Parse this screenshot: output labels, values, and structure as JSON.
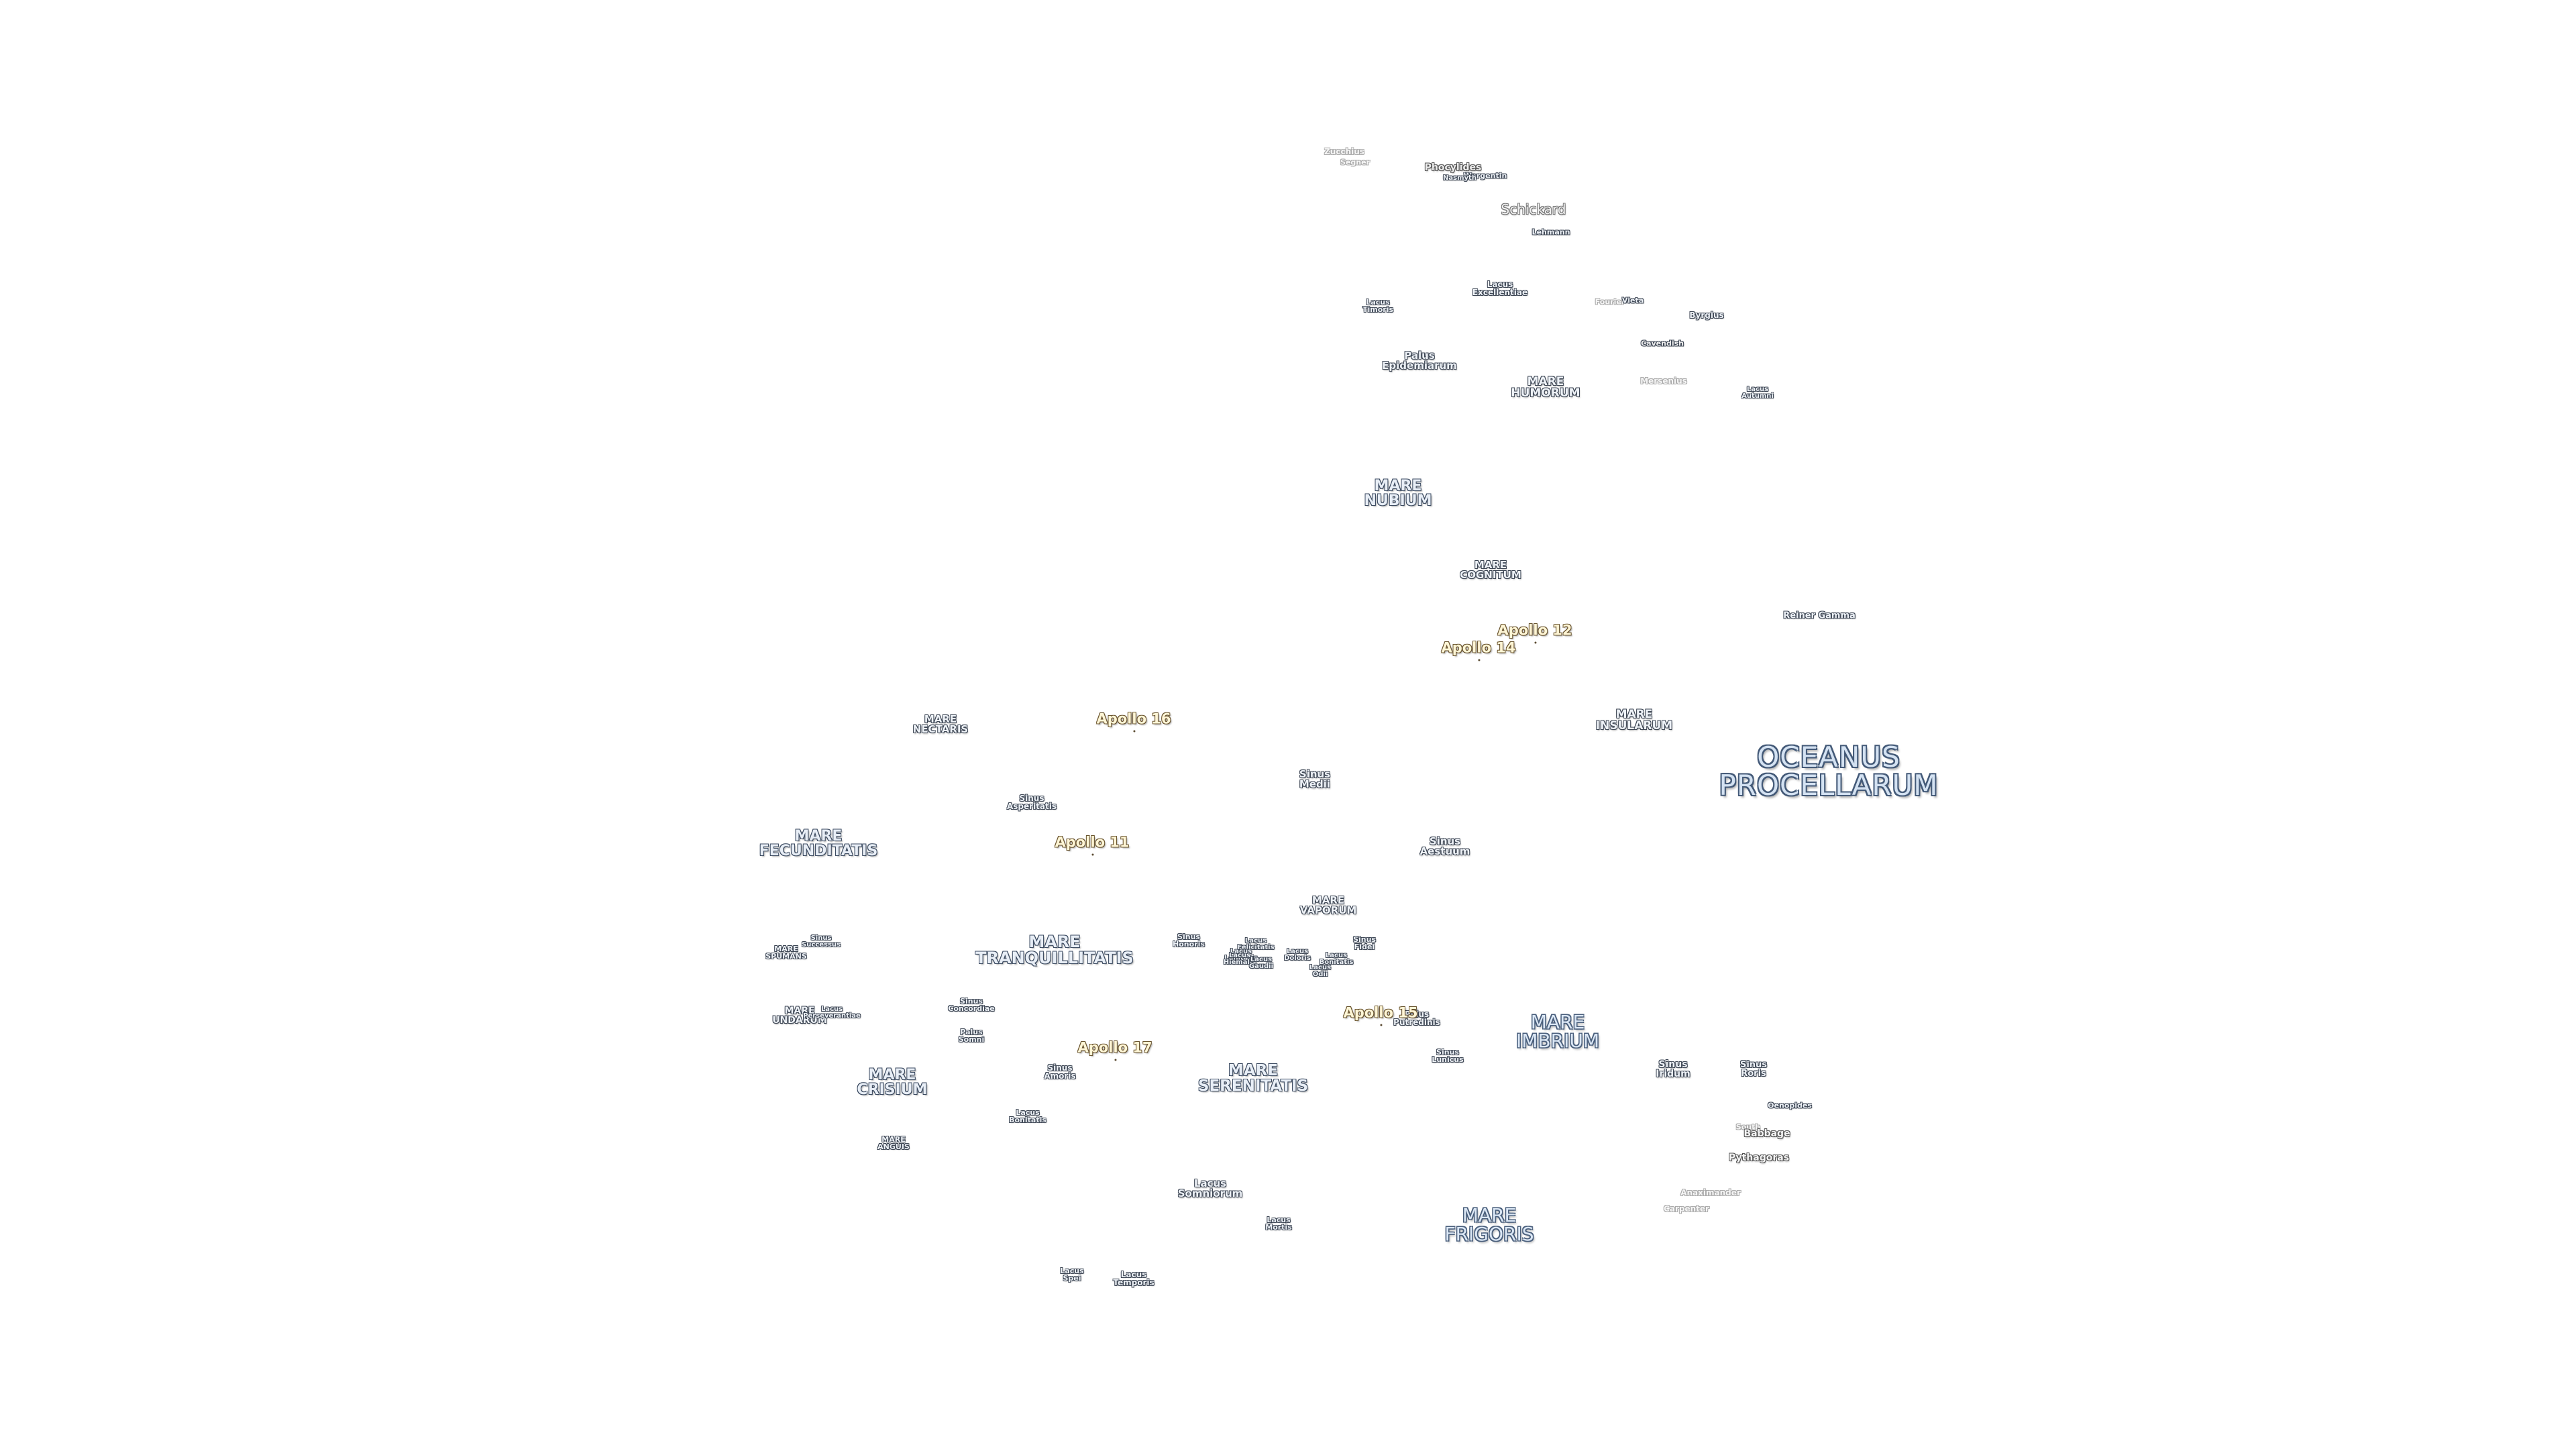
{
  "map": {
    "seas": {
      "oceanus_procellarum": "OCEANUS\nPROCELLARUM",
      "mare_imbrium": "MARE\nIMBRIUM",
      "mare_frigoris": "MARE\nFRIGORIS",
      "mare_serenitatis": "MARE\nSERENITATIS",
      "mare_tranquillitatis": "MARE\nTRANQUILLITATIS",
      "mare_crisium": "MARE\nCRISIUM",
      "mare_fecunditatis": "MARE\nFECUNDITATIS",
      "mare_nubium": "MARE\nNUBIUM",
      "mare_humorum": "MARE\nHUMORUM",
      "mare_cognitum": "MARE\nCOGNITUM",
      "mare_insularum": "MARE\nINSULARUM",
      "mare_nectaris": "MARE\nNECTARIS",
      "mare_vaporum": "MARE\nVAPORUM",
      "mare_undarum": "MARE\nUNDARUM",
      "mare_anguis": "MARE\nANGUIS",
      "mare_spumans": "MARE\nSPUMANS"
    },
    "features": {
      "palus_epidemiarum": "Palus\nEpidemiarum",
      "lacus_excellentiae": "Lacus\nExcellentiae",
      "lacus_timoris": "Lacus\nTimoris",
      "lacus_autumni": "Lacus\nAutumni",
      "sinus_medii": "Sinus\nMedii",
      "sinus_asperitatis": "Sinus\nAsperitatis",
      "sinus_aestuum": "Sinus\nAestuum",
      "sinus_honoris": "Sinus\nHonoris",
      "lacus_felicitatis": "Lacus\nFelicitatis",
      "lacus_lenitatis": "Lacus\nLenitatis",
      "lacus_hiemalis": "Lacus\nHiemalis",
      "lacus_bonitatis": "Lacus\nBonitatis",
      "lacus_gaudii": "Lacus\nGaudii",
      "lacus_doloris": "Lacus\nDoloris",
      "lacus_odii": "Lacus\nOdii",
      "sinus_fidei": "Sinus\nFidei",
      "palus_putredinis": "Palus\nPutredinis",
      "sinus_lunicus": "Sinus\nLunicus",
      "sinus_iridum": "Sinus\nIridum",
      "sinus_roris": "Sinus\nRoris",
      "sinus_successus": "Sinus\nSuccessus",
      "lacus_perseverantiae": "Lacus\nPerseverantiae",
      "sinus_concordiae": "Sinus\nConcordiae",
      "palus_somni": "Palus\nSomni",
      "sinus_amoris": "Sinus\nAmoris",
      "lacus_bonitatis_2": "Lacus\nBonitatis",
      "lacus_somniorum": "Lacus\nSomniorum",
      "lacus_mortis": "Lacus\nMortis",
      "lacus_spei": "Lacus\nSpei",
      "lacus_temporis": "Lacus\nTemporis"
    },
    "craters": {
      "zucchius": "Zucchius",
      "segner": "Segner",
      "phocylides": "Phocylides",
      "wargentin": "Wargentin",
      "nasmyth": "Nasmyth",
      "schickard": "Schickard",
      "lehmann": "Lehmann",
      "fourier": "Fourier",
      "vieta": "Vieta",
      "byrgius": "Byrgius",
      "cavendish": "Cavendish",
      "mersenius": "Mersenius",
      "reiner_gamma": "Reiner Gamma",
      "oenopides": "Oenopides",
      "babbage": "Babbage",
      "south": "South",
      "pythagoras": "Pythagoras",
      "anaximander": "Anaximander",
      "carpenter": "Carpenter"
    },
    "apollo": {
      "a11": "Apollo 11",
      "a12": "Apollo 12",
      "a14": "Apollo 14",
      "a15": "Apollo 15",
      "a16": "Apollo 16",
      "a17": "Apollo 17"
    }
  }
}
